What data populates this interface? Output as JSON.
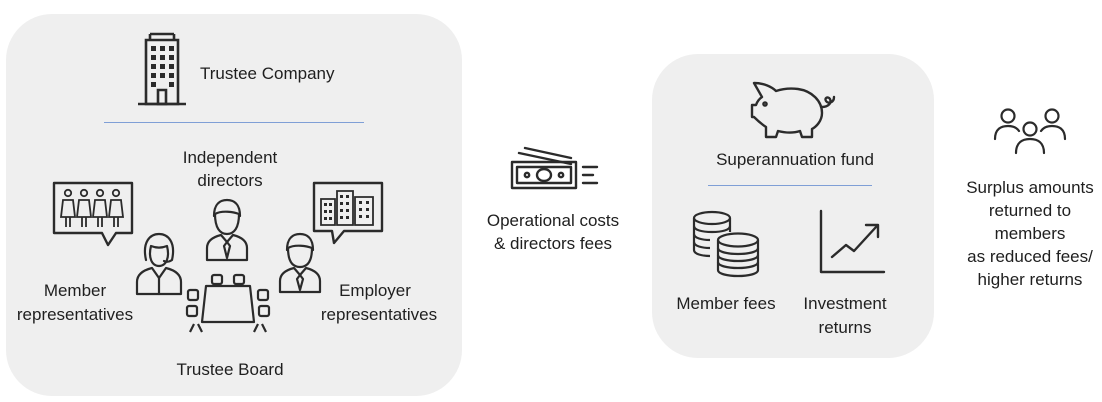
{
  "trustee": {
    "company_label": "Trustee Company",
    "independent_label_line1": "Independent",
    "independent_label_line2": "directors",
    "member_label_line1": "Member",
    "member_label_line2": "representatives",
    "employer_label_line1": "Employer",
    "employer_label_line2": "representatives",
    "board_label": "Trustee Board"
  },
  "costs": {
    "label_line1": "Operational costs",
    "label_line2": "& directors fees"
  },
  "fund": {
    "title": "Superannuation fund",
    "member_fees_label": "Member fees",
    "investment_label_line1": "Investment",
    "investment_label_line2": "returns"
  },
  "surplus": {
    "line1": "Surplus amounts",
    "line2": "returned to",
    "line3": "members",
    "line4": "as reduced fees/",
    "line5": "higher returns"
  },
  "icons": [
    "office-building-icon",
    "family-speech-bubble-icon",
    "woman-person-icon",
    "man-tie-person-icon",
    "meeting-table-icon",
    "city-buildings-speech-bubble-icon",
    "cash-money-icon",
    "piggy-bank-icon",
    "coin-stacks-icon",
    "growth-chart-icon",
    "people-group-icon"
  ]
}
